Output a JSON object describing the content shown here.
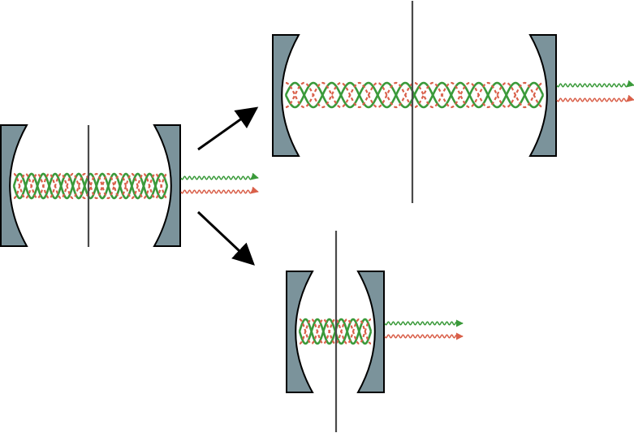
{
  "colors": {
    "mirror_fill": "#7b939b",
    "mirror_stroke": "#000000",
    "divider": "#4a4a4a",
    "wave_green": "#3a9a3a",
    "wave_red": "#d9604a",
    "arrow": "#000000",
    "background": "#ffffff"
  },
  "cavities": [
    {
      "name": "cavity-original",
      "standing_wave_loops": 13,
      "output_beams": [
        "green",
        "red"
      ]
    },
    {
      "name": "cavity-lengthened",
      "standing_wave_loops": 14,
      "output_beams": [
        "green",
        "red"
      ]
    },
    {
      "name": "cavity-shortened",
      "standing_wave_loops": 6,
      "output_beams": [
        "green",
        "red"
      ]
    }
  ],
  "arrows": [
    "to-lengthened-cavity",
    "to-shortened-cavity"
  ]
}
